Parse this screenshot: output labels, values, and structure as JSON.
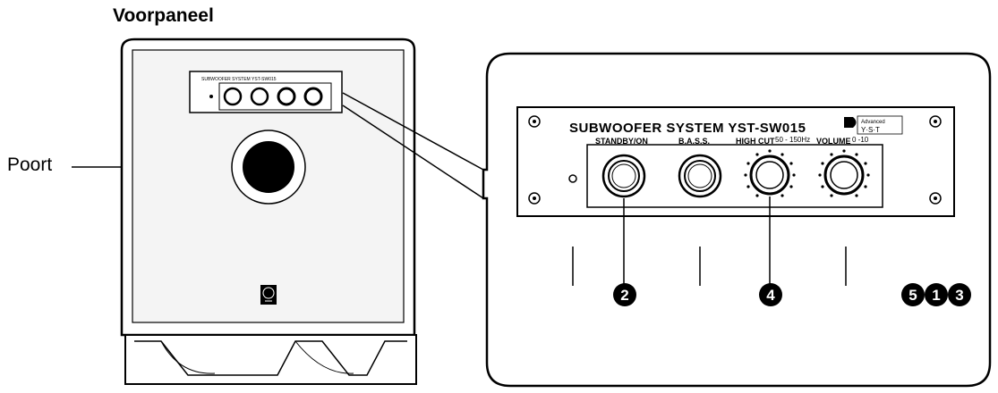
{
  "title": "Voorpaneel",
  "port_label": "Poort",
  "panel": {
    "model": "SUBWOOFER SYSTEM YST-SW015",
    "badge_top": "Advanced",
    "badge_bottom": "Y·S·T",
    "small_model": "SUBWOOFER SYSTEM YST-SW015",
    "controls": [
      {
        "label": "STANDBY/ON",
        "kind": "button"
      },
      {
        "label": "B.A.S.S.",
        "kind": "button"
      },
      {
        "label": "HIGH CUT",
        "range": "50 - 150Hz",
        "kind": "knob"
      },
      {
        "label": "VOLUME",
        "range": "0 -10",
        "kind": "knob"
      }
    ]
  },
  "callouts": [
    "2",
    "4",
    "5",
    "1",
    "3"
  ],
  "colors": {
    "ink": "#000000",
    "paper": "#ffffff",
    "grille": "#f4f4f4"
  }
}
